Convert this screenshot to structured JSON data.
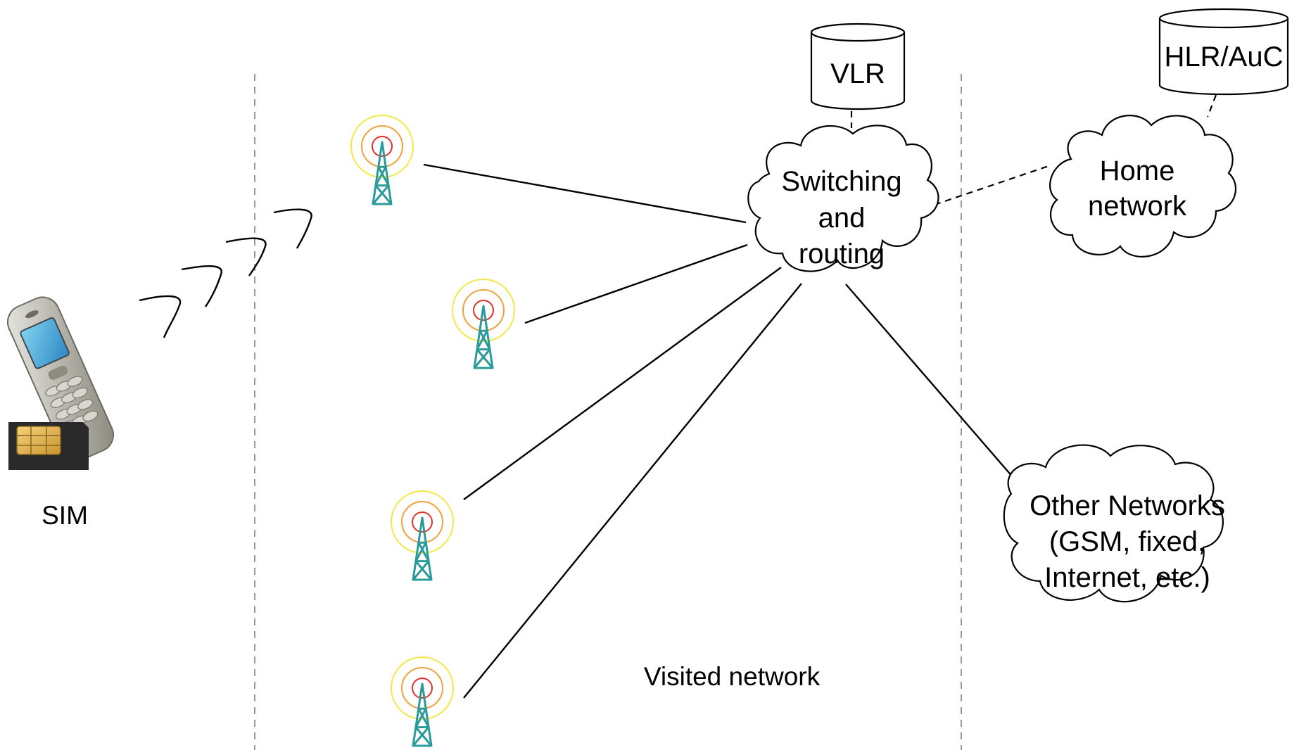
{
  "labels": {
    "sim": "SIM",
    "vlr": "VLR",
    "hlr": "HLR/AuC",
    "switching": [
      "Switching",
      "and",
      "routing"
    ],
    "home": [
      "Home",
      "network"
    ],
    "other": [
      "Other Networks",
      "(GSM, fixed,",
      "Internet, etc.)"
    ],
    "visited": "Visited network"
  },
  "colors": {
    "tower": "#2a9a9a",
    "ring_outer": "#f2e84a",
    "ring_middle": "#f0a23c",
    "ring_inner": "#e0302a",
    "divider": "#9a9a9a"
  },
  "icons": {
    "phone": "mobile-phone-icon",
    "sim": "sim-card-icon",
    "tower": "antenna-tower-icon"
  }
}
